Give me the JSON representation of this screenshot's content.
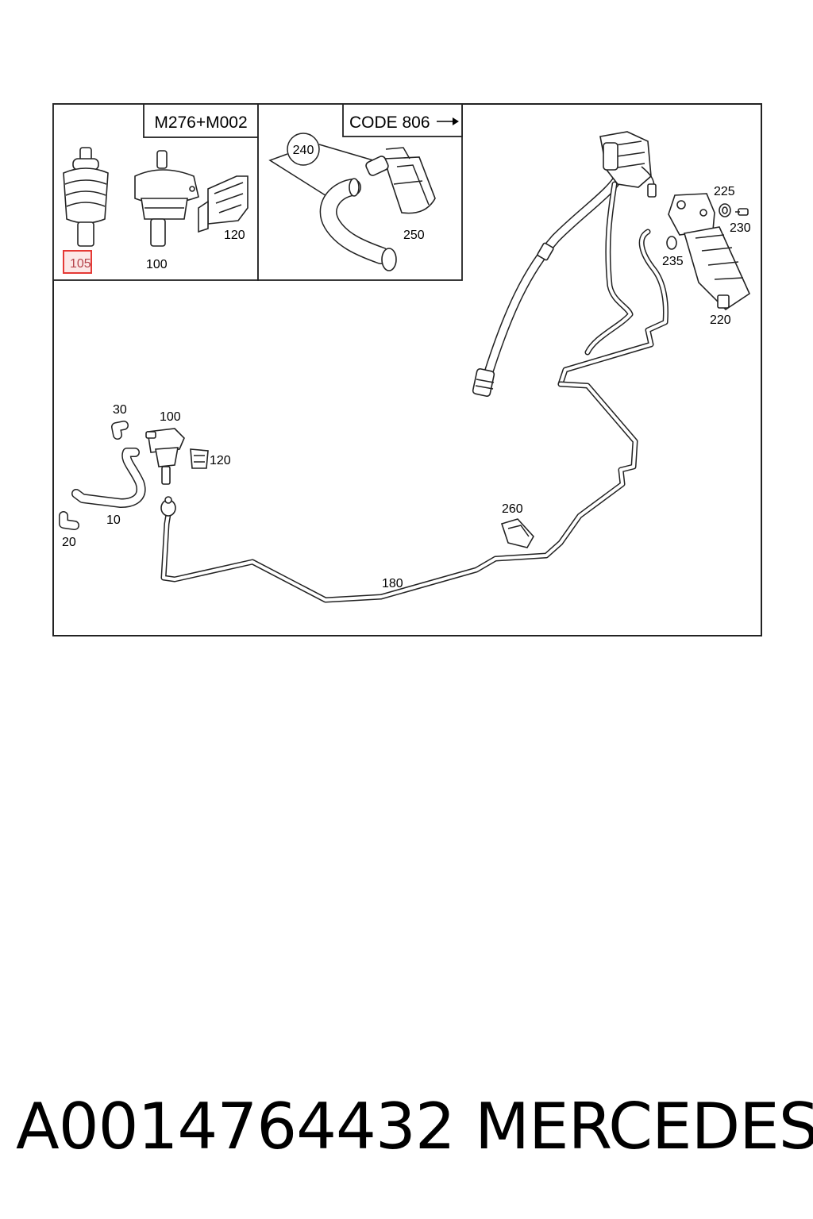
{
  "diagram": {
    "inset_left": {
      "header": "M276+M002",
      "labels": {
        "p105": "105",
        "p100": "100",
        "p120": "120"
      }
    },
    "inset_right": {
      "header": "CODE 806",
      "labels": {
        "p240": "240",
        "p250": "250"
      }
    },
    "main": {
      "labels": {
        "p30": "30",
        "p100": "100",
        "p120": "120",
        "p10": "10",
        "p20": "20",
        "p180": "180",
        "p260": "260",
        "p225": "225",
        "p230": "230",
        "p235": "235",
        "p220": "220"
      }
    },
    "highlight": {
      "label": "105",
      "color": "#e53935"
    }
  },
  "footer": {
    "part_number": "A0014764432",
    "brand": "MERCEDES"
  }
}
